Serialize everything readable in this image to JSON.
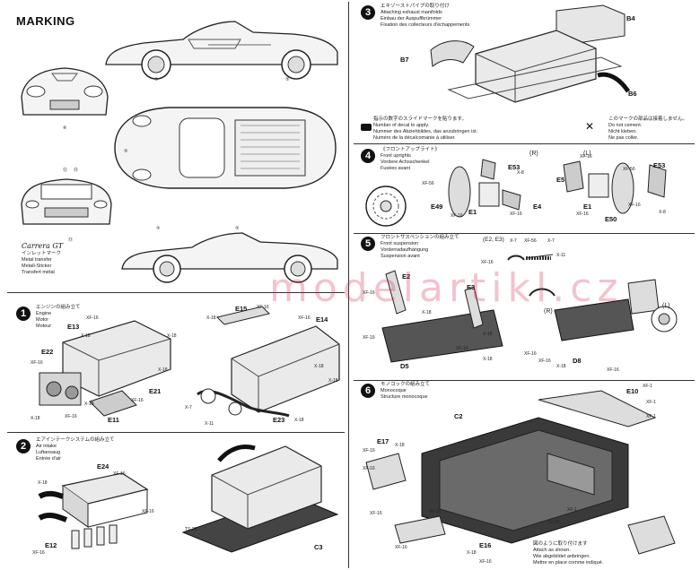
{
  "marking": {
    "title": "MARKING",
    "logo_text": "Carrera GT",
    "transfer_lines": [
      "インレットマーク",
      "Metal transfer",
      "Metall-Sticker",
      "Transfert métal"
    ],
    "callouts": [
      "⑤",
      "⑤",
      "⑤",
      "⑤",
      "⑤",
      "⑥",
      "⑥",
      "⑫",
      "⑬",
      "⑬"
    ]
  },
  "step1": {
    "number": "1",
    "lines": [
      "エンジンの組み立て",
      "Engine",
      "Motor",
      "Moteur"
    ],
    "parts": [
      "E13",
      "E22",
      "E21",
      "E11",
      "E15",
      "E14",
      "E23"
    ],
    "xf": [
      "XF-16",
      "X-18",
      "X-18",
      "XF-16",
      "X-18",
      "X-18",
      "XF-16",
      "X-18",
      "XF-16",
      "X-18",
      "XF-16",
      "XF-16",
      "X-18",
      "X-11",
      "X-7",
      "X-18",
      "X-18"
    ]
  },
  "step2": {
    "number": "2",
    "lines": [
      "エアインテークシステムの組み立て",
      "Air intake",
      "Luftansaug",
      "Entrée d'air"
    ],
    "parts": [
      "E24",
      "E12",
      "C3"
    ],
    "xf": [
      "XF-16",
      "X-18",
      "XF-16",
      "XF-16",
      "TS-29"
    ]
  },
  "step3": {
    "number": "3",
    "lines": [
      "エキゾーストパイプの取り付け",
      "Attaching exhaust manifolds",
      "Einbau der Auspuffkrümmer",
      "Fixation des collecteurs d'échappements"
    ],
    "parts": [
      "B4",
      "B7",
      "B6"
    ],
    "notes_left": [
      "指示の数字のスライドマークを貼ります。",
      "Number of decal to apply.",
      "Nummer des Abziehbildes, das anzubringen ist.",
      "Numéro de la décalcomanie à utiliser."
    ],
    "notes_right": [
      "このマークの部品は接着しません。",
      "Do not cement.",
      "Nicht kleben.",
      "Ne pas coller."
    ]
  },
  "step4": {
    "number": "4",
    "lines": [
      "《フロントアップライト》",
      "Front uprights",
      "Vordere Achsschenkel",
      "Fusées avant"
    ],
    "side_r": "(R)",
    "side_l": "(L)",
    "parts": [
      "E53",
      "E49",
      "E1",
      "E4",
      "E5",
      "E53",
      "E1",
      "E50"
    ],
    "xf": [
      "XF-56",
      "XF-16",
      "XF-16",
      "X-8",
      "XF-16",
      "XF-56",
      "XF-16",
      "XF-16",
      "X-8"
    ]
  },
  "step5": {
    "number": "5",
    "lines": [
      "フロントサスペンションの組み立て",
      "Front suspension",
      "Vorderradaufhängung",
      "Suspension avant"
    ],
    "tag": "(E2, E3)",
    "parts": [
      "E2",
      "E3",
      "D5",
      "D8"
    ],
    "sides": [
      "(R)",
      "(L)"
    ],
    "xf": [
      "X-7",
      "XF-56",
      "X-7",
      "X-11",
      "XF-16",
      "XF-16",
      "X-18",
      "XF-16",
      "X-18",
      "XF-16",
      "X-18",
      "XF-16",
      "XF-16",
      "X-18",
      "XF-16"
    ]
  },
  "step6": {
    "number": "6",
    "lines": [
      "モノコックの組み立て",
      "Monocoque",
      "Structure monocoque"
    ],
    "parts": [
      "C2",
      "E10",
      "E17",
      "E16"
    ],
    "xf": [
      "XF-1",
      "XF-1",
      "XF-1",
      "XF-16",
      "X-18",
      "XF-16",
      "XF-16",
      "XF-16",
      "XF-1",
      "TS-29",
      "XF-16",
      "X-18",
      "XF-16"
    ],
    "attach_note": [
      "図のように取り付けます",
      "Attach as shown.",
      "Wie abgebildet anbringen.",
      "Mettre en place comme indiqué."
    ]
  },
  "watermark": "modelartikl.cz"
}
